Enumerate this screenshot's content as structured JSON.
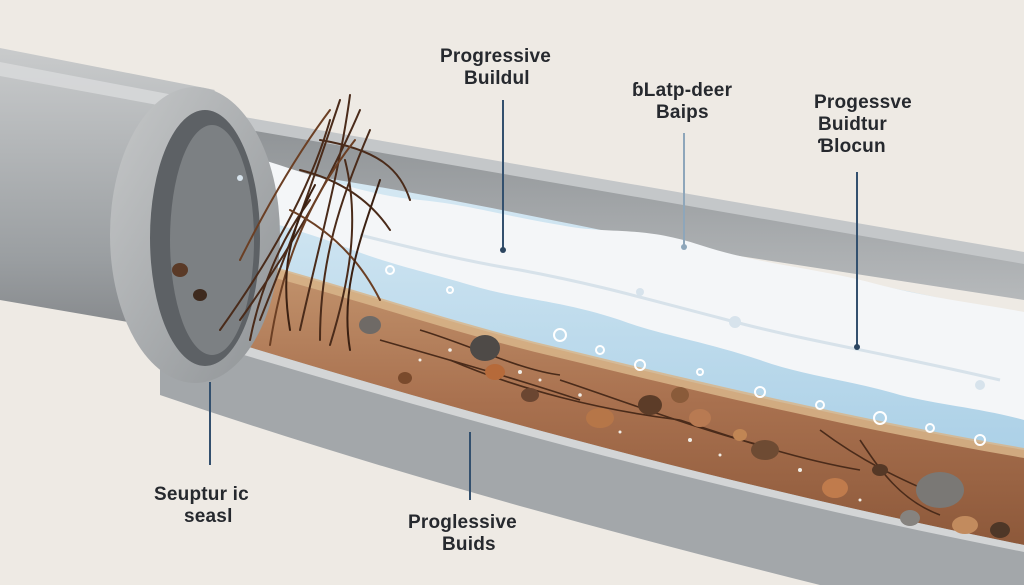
{
  "labels": {
    "top_left": {
      "line1": "Progressive",
      "line2": "Buildul"
    },
    "top_mid": {
      "line1": "ɓLatp-deer",
      "line2": "Baips"
    },
    "top_right": {
      "line1": "Progessve",
      "line2": "Buidtur",
      "line3": "Ɓlocun"
    },
    "bottom_left": {
      "line1": "Seuptur ic",
      "line2": "seasl"
    },
    "bottom_mid": {
      "line1": "Proglessive",
      "line2": "Buids"
    }
  },
  "colors": {
    "background": "#eeeae4",
    "pipe_gray": "#a9acae",
    "water_blue": "#bcd9ea",
    "foam_white": "#f4f6f8",
    "sediment_brown": "#a9714f",
    "hair_brown": "#4a2b1a",
    "leader_line": "#33506e"
  }
}
